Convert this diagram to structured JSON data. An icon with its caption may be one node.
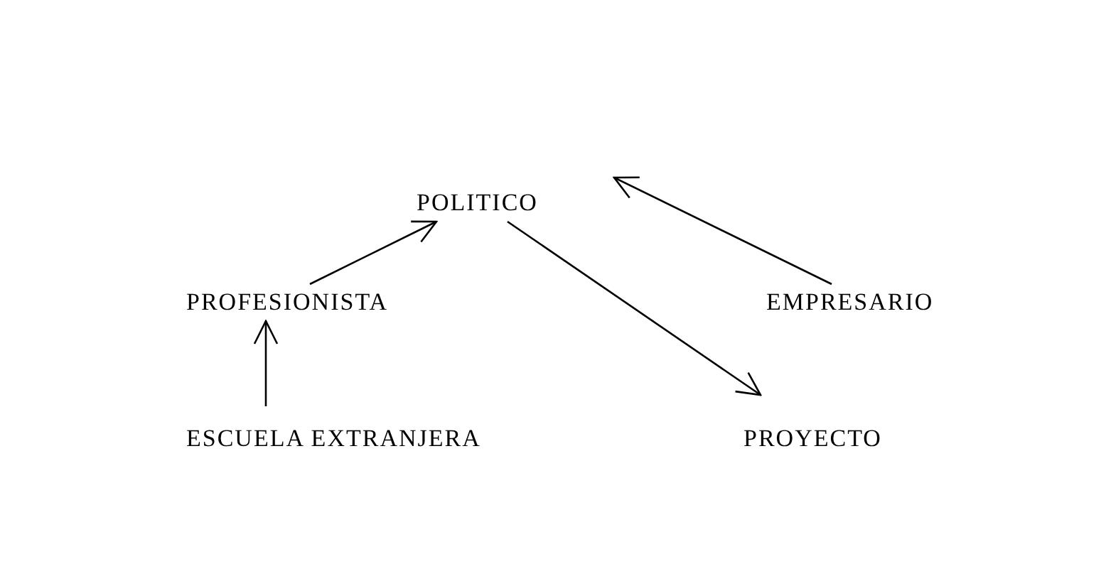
{
  "diagram": {
    "nodes": [
      {
        "text": [
          "POLITICO"
        ]
      },
      {
        "text": [
          "PROFESIONISTA"
        ]
      },
      {
        "text": [
          "EMPRESARIO"
        ]
      },
      {
        "text": [
          "ESCUELA EXTRANJERA"
        ]
      },
      {
        "text": [
          "PROYECTO"
        ]
      }
    ],
    "edges": [
      {
        "from": 1,
        "to": 0,
        "arrow": "to"
      },
      {
        "from": 2,
        "to": 0,
        "arrow": "to"
      },
      {
        "from": 0,
        "to": 4,
        "arrow": "to"
      },
      {
        "from": 3,
        "to": 1,
        "arrow": "to"
      }
    ]
  }
}
